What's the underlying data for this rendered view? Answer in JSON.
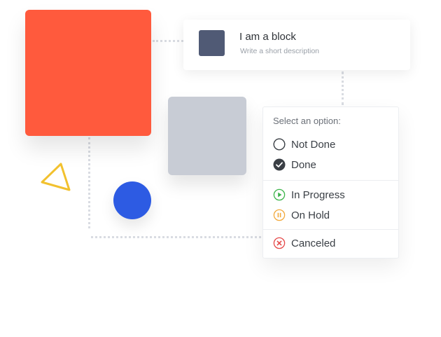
{
  "colors": {
    "red_square": "#ff5a3d",
    "gray_square": "#c8ccd5",
    "blue_circle": "#2d5be3",
    "triangle_stroke": "#f2c12e",
    "block_thumb": "#505a75",
    "in_progress": "#3cb44a",
    "on_hold": "#f2a93b",
    "canceled": "#e54848"
  },
  "block": {
    "title": "I am a block",
    "description": "Write a short description"
  },
  "menu": {
    "header": "Select an option:",
    "items": [
      {
        "label": "Not Done",
        "icon": "empty-circle-icon"
      },
      {
        "label": "Done",
        "icon": "check-circle-icon"
      },
      {
        "label": "In Progress",
        "icon": "play-circle-icon"
      },
      {
        "label": "On Hold",
        "icon": "pause-circle-icon"
      },
      {
        "label": "Canceled",
        "icon": "x-circle-icon"
      }
    ]
  }
}
